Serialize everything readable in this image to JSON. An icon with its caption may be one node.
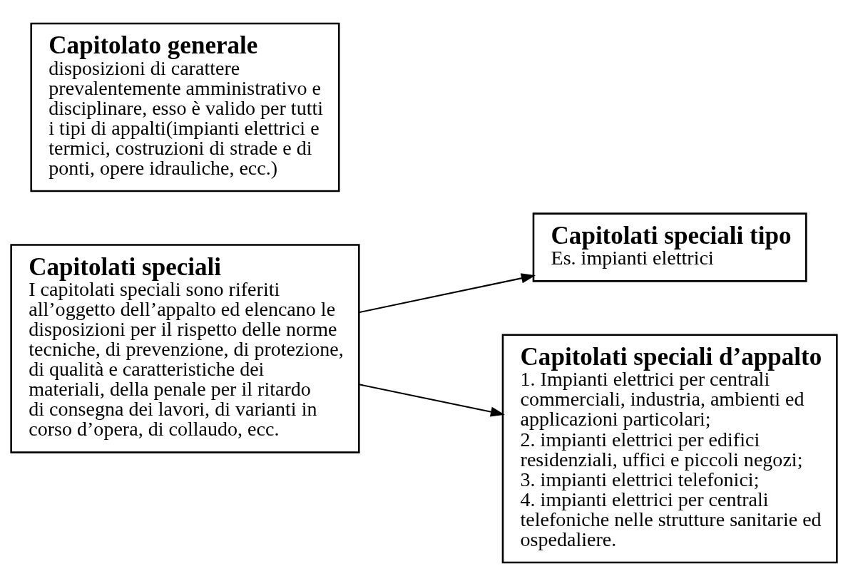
{
  "diagram": {
    "nodes": [
      {
        "text": [
          "Capitolato generale",
          "disposizioni di carattere prevalentemente amministrativo e disciplinare, esso è valido per tutti i tipi di appalti(impianti elettrici e termici, costruzioni di strade e di ponti, opere idrauliche, ecc.)"
        ]
      },
      {
        "text": [
          "Capitolati speciali",
          "I capitolati speciali sono riferiti all’oggetto dell’appalto ed elencano le disposizioni per il rispetto delle norme tecniche, di prevenzione, di protezione, di qualità e caratteristiche dei materiali, della penale per il ritardo di consegna dei lavori, di varianti in corso d’opera, di collaudo, ecc."
        ]
      },
      {
        "text": [
          "Capitolati speciali tipo",
          "Es. impianti elettrici"
        ]
      },
      {
        "text": [
          "Capitolati speciali d’appalto",
          "1. Impianti elettrici per centrali commerciali, industria, ambienti ed applicazioni particolari;",
          "2. impianti elettrici per edifici residenziali, uffici e piccoli negozi;",
          "3. impianti elettrici telefonici;",
          "4. impianti elettrici per centrali telefoniche nelle strutture sanitarie ed ospedaliere."
        ]
      }
    ],
    "edges": [
      {
        "from": 1,
        "to": 2,
        "arrow": "to"
      },
      {
        "from": 1,
        "to": 3,
        "arrow": "to"
      }
    ]
  }
}
